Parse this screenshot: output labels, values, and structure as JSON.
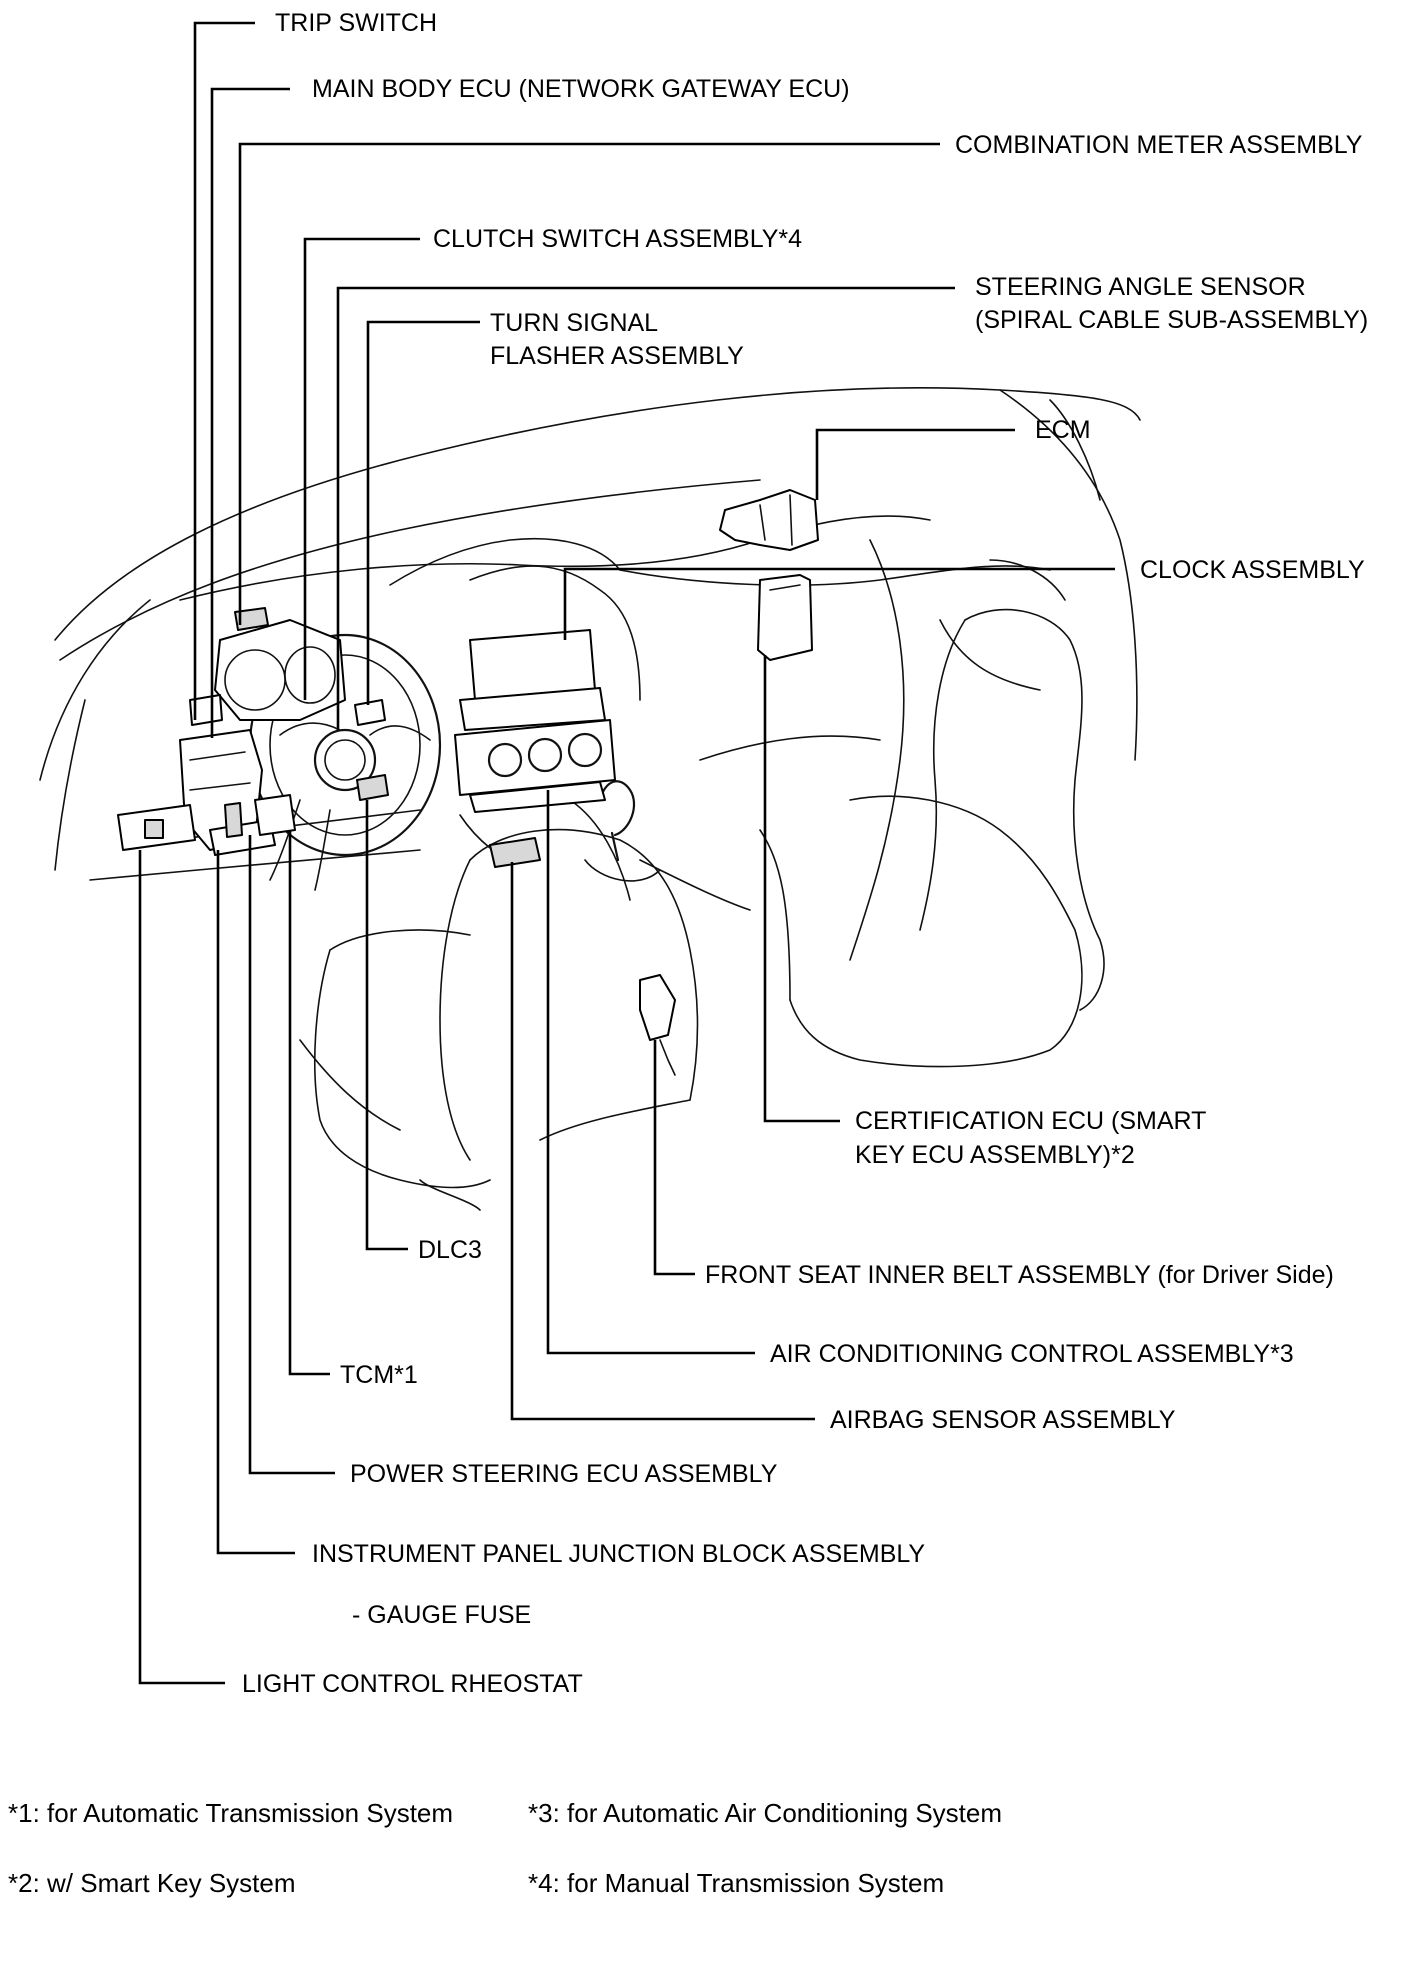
{
  "labels": {
    "trip_switch": "TRIP SWITCH",
    "main_body_ecu": "MAIN BODY ECU (NETWORK GATEWAY ECU)",
    "combination_meter": "COMBINATION METER ASSEMBLY",
    "clutch_switch": "CLUTCH SWITCH ASSEMBLY*4",
    "steering_angle_sensor_1": "STEERING ANGLE SENSOR",
    "steering_angle_sensor_2": "(SPIRAL CABLE SUB-ASSEMBLY)",
    "turn_signal_1": "TURN SIGNAL",
    "turn_signal_2": "FLASHER ASSEMBLY",
    "ecm": "ECM",
    "clock": "CLOCK ASSEMBLY",
    "certification_ecu_1": "CERTIFICATION ECU (SMART",
    "certification_ecu_2": "KEY ECU ASSEMBLY)*2",
    "dlc3": "DLC3",
    "front_seat_belt": "FRONT SEAT INNER BELT ASSEMBLY (for Driver Side)",
    "air_conditioning": "AIR CONDITIONING CONTROL ASSEMBLY*3",
    "tcm": "TCM*1",
    "airbag_sensor": "AIRBAG SENSOR ASSEMBLY",
    "power_steering": "POWER STEERING ECU ASSEMBLY",
    "junction_block": "INSTRUMENT PANEL JUNCTION BLOCK ASSEMBLY",
    "gauge_fuse": "- GAUGE FUSE",
    "light_rheostat": "LIGHT CONTROL RHEOSTAT"
  },
  "footnotes": {
    "note1": "*1: for Automatic Transmission System",
    "note2": "*2: w/ Smart Key System",
    "note3": "*3: for Automatic Air Conditioning System",
    "note4": "*4: for Manual Transmission System"
  }
}
